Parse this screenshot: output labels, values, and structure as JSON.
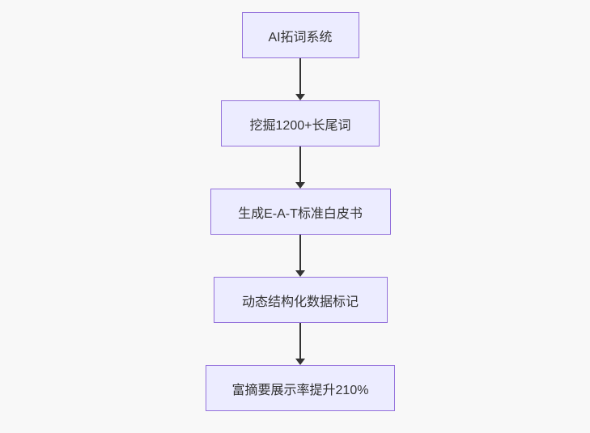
{
  "diagram": {
    "type": "flowchart",
    "direction": "top-down",
    "theme": {
      "background": "#f8f8f8",
      "node_fill": "#ECECFF",
      "node_border": "#9370DB",
      "text_color": "#333333",
      "arrow_color": "#333333"
    },
    "nodes": [
      {
        "id": "A",
        "label": "AI拓词系统"
      },
      {
        "id": "B",
        "label": "挖掘1200+长尾词"
      },
      {
        "id": "C",
        "label": "生成E-A-T标准白皮书"
      },
      {
        "id": "D",
        "label": "动态结构化数据标记"
      },
      {
        "id": "E",
        "label": "富摘要展示率提升210%"
      }
    ],
    "edges": [
      {
        "from": "A",
        "to": "B",
        "style": "arrow-down"
      },
      {
        "from": "B",
        "to": "C",
        "style": "arrow-down"
      },
      {
        "from": "C",
        "to": "D",
        "style": "arrow-down"
      },
      {
        "from": "D",
        "to": "E",
        "style": "arrow-down"
      }
    ]
  }
}
